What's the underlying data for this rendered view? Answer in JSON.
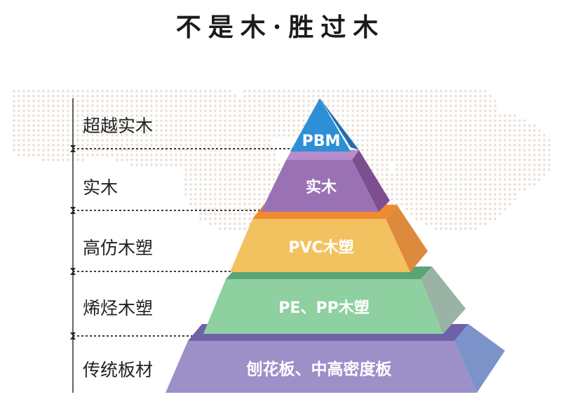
{
  "title": "不是木·胜过木",
  "side_labels": [
    "超越实木",
    "实木",
    "高仿木塑",
    "烯烃木塑",
    "传统板材"
  ],
  "layers": [
    {
      "label": "PBM",
      "front": "#2e8fd6",
      "side": "#1f6fb0",
      "top": "#4aa3e4"
    },
    {
      "label": "实木",
      "front": "#9a72b4",
      "side": "#7e4f90",
      "top": "#b58ccc"
    },
    {
      "label": "PVC木塑",
      "front": "#f2c260",
      "side": "#dd8a3c",
      "top": "#f08a2f"
    },
    {
      "label": "PE、PP木塑",
      "front": "#8ed0a0",
      "side": "#9bb3a4",
      "top": "#5aa574"
    },
    {
      "label": "刨花板、中高密度板",
      "front": "#9d8fc8",
      "side": "#7b93c9",
      "top": "#6e62a8"
    }
  ]
}
